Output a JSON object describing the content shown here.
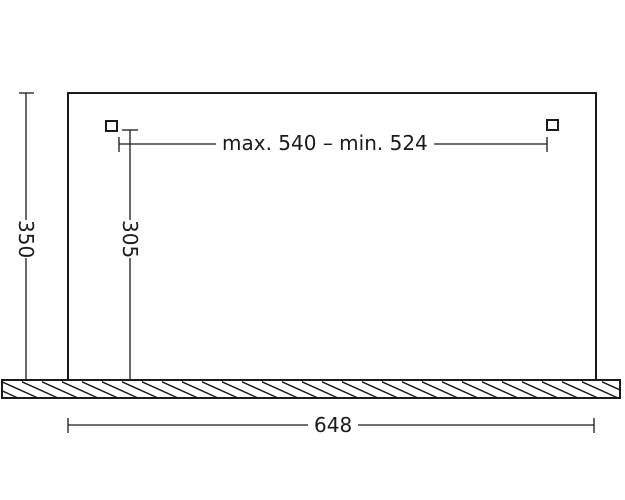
{
  "diagram": {
    "type": "technical-dimension-drawing",
    "colors": {
      "line": "#1a1a1a",
      "background": "#ffffff"
    },
    "dimensions": {
      "overall_height": {
        "label": "350",
        "orientation": "vertical"
      },
      "mount_height": {
        "label": "305",
        "orientation": "vertical"
      },
      "mount_span": {
        "label": "max. 540 – min. 524",
        "orientation": "horizontal"
      },
      "overall_width": {
        "label": "648",
        "orientation": "horizontal"
      }
    },
    "elements": {
      "panel": "rectangular panel outline",
      "base": "hatched base slab",
      "mount_points": [
        "left mounting point",
        "right mounting point"
      ]
    }
  }
}
